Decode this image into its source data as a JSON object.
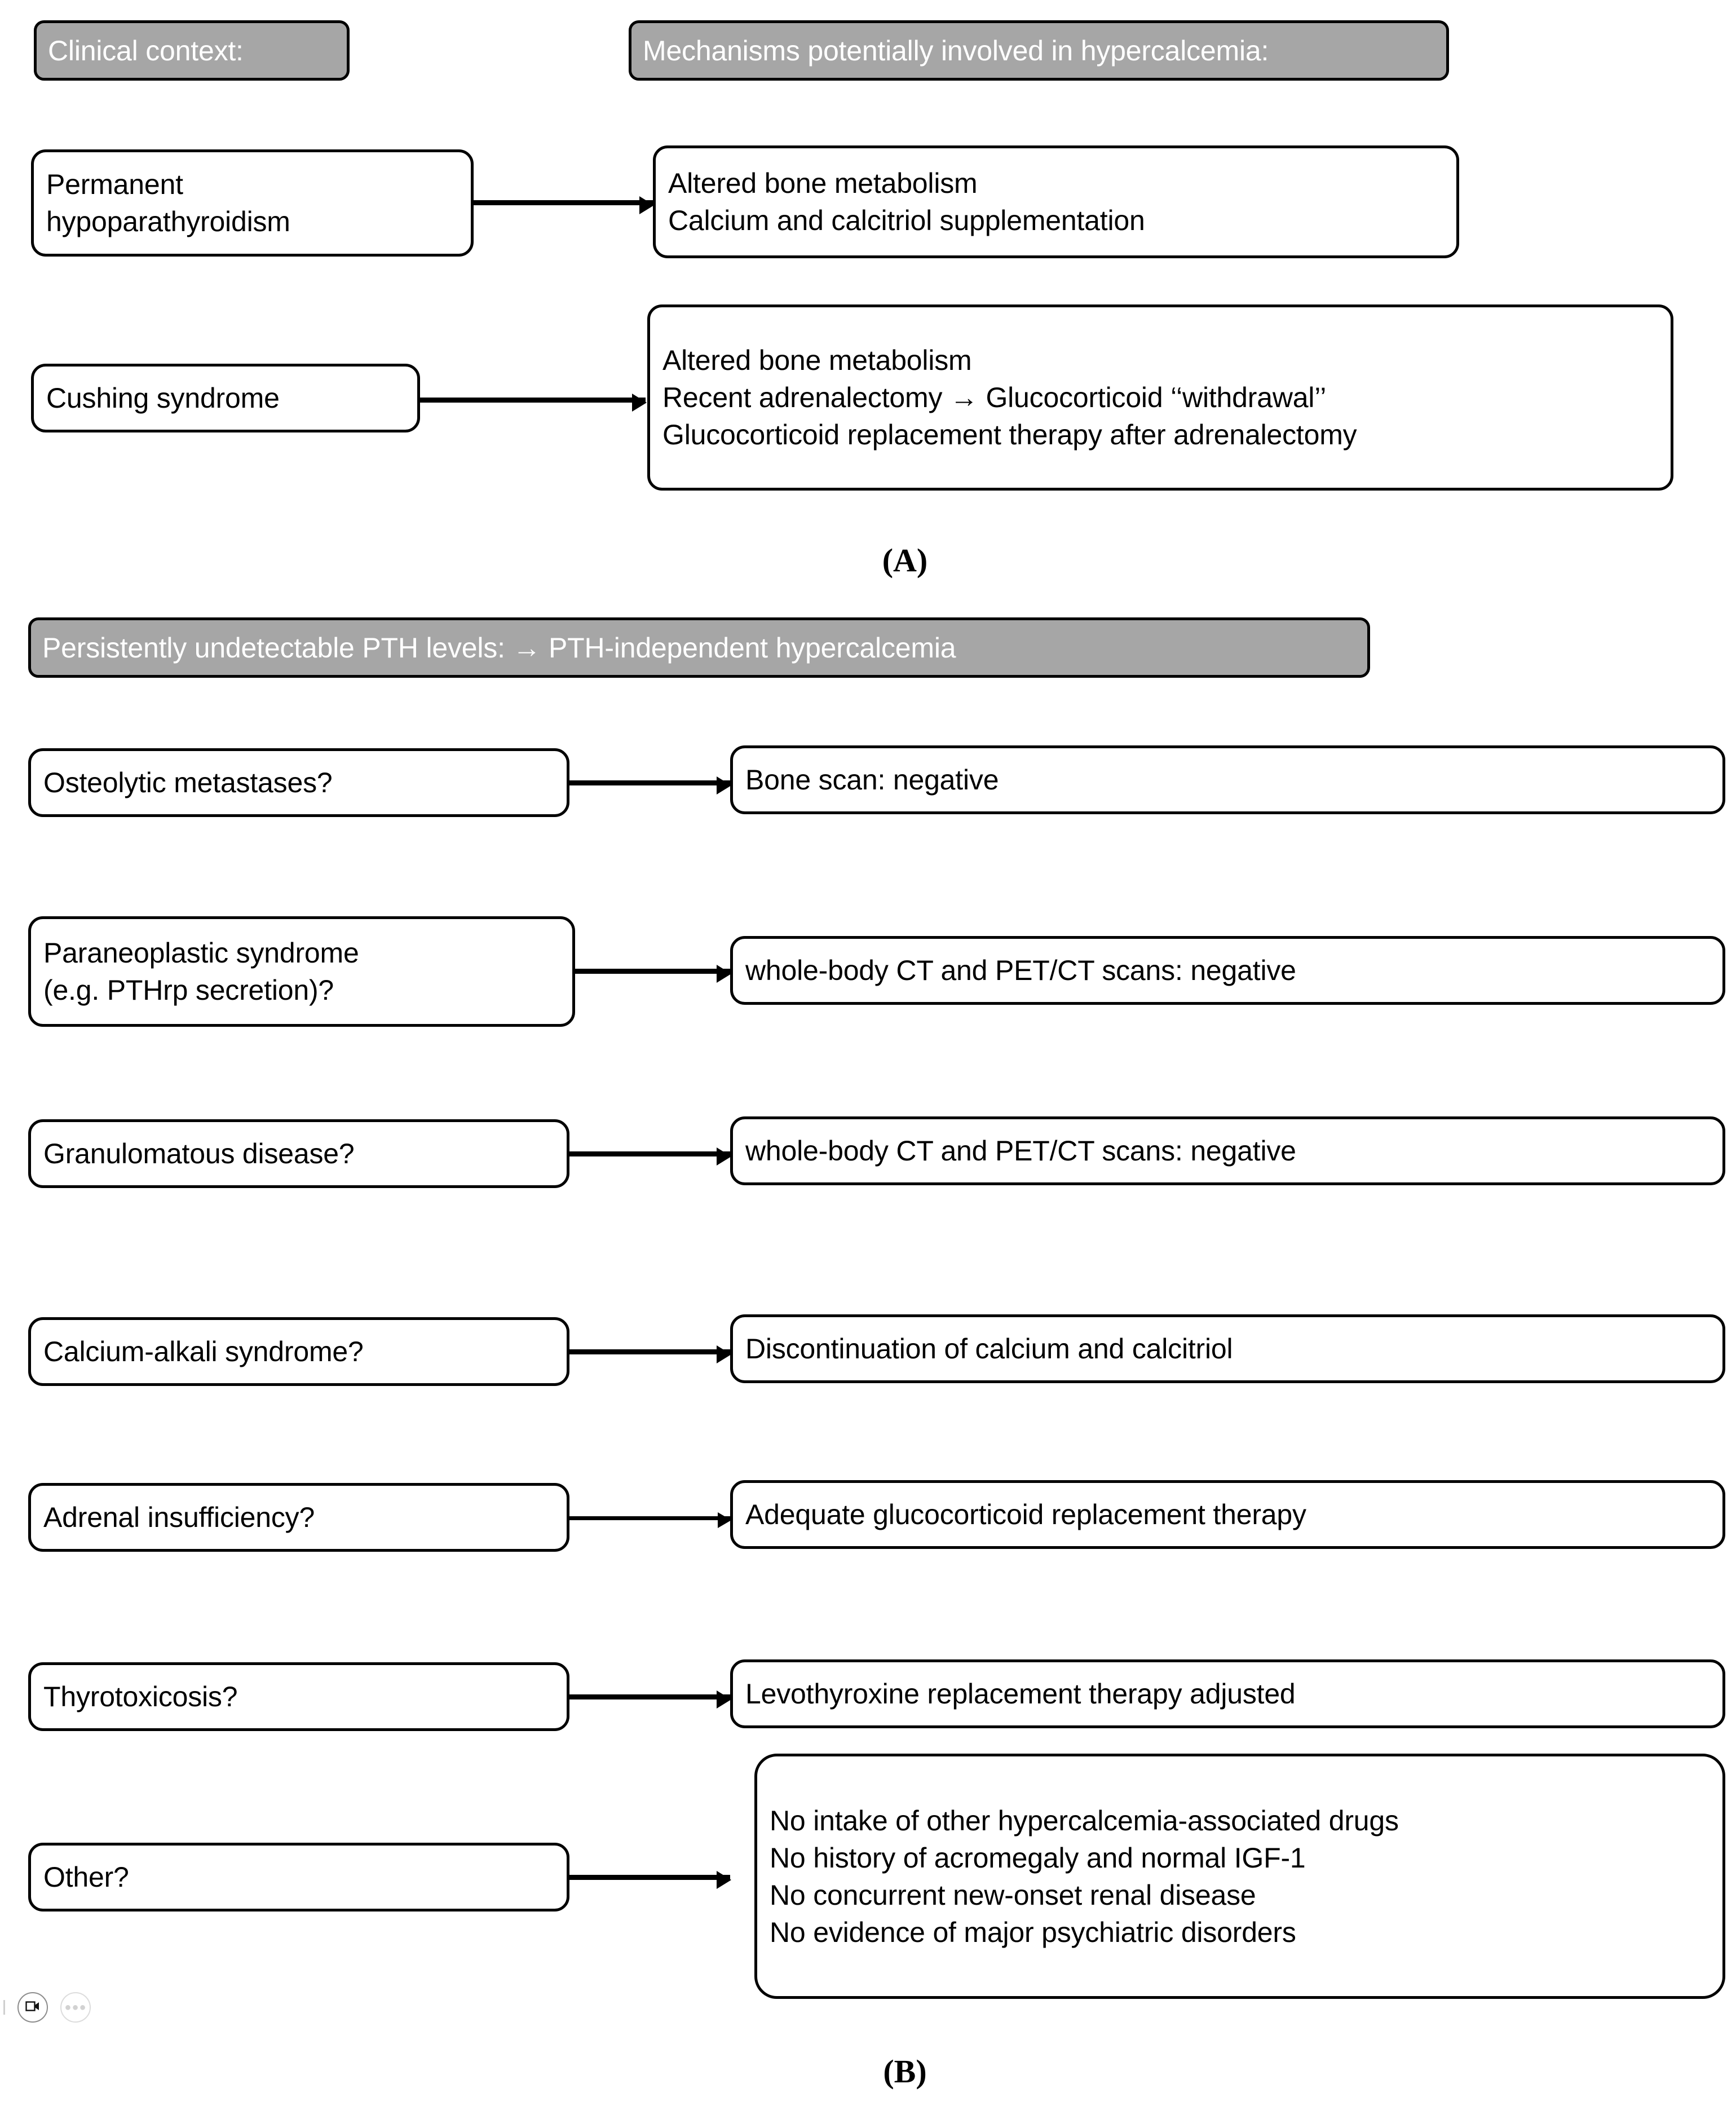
{
  "figure": {
    "panel_a": {
      "caption": "(A)",
      "headers": {
        "left": "Clinical context:",
        "right": "Mechanisms potentially involved in hypercalcemia:"
      },
      "rows": [
        {
          "context_lines": [
            "Permanent",
            "hypoparathyroidism"
          ],
          "mechanism_lines": [
            "Altered bone metabolism",
            "Calcium and calcitriol supplementation"
          ]
        },
        {
          "context_lines": [
            "Cushing syndrome"
          ],
          "mechanism_lines": [
            "Altered bone metabolism",
            "Recent adrenalectomy → Glucocorticoid ‘‘withdrawal’’",
            "Glucocorticoid replacement therapy after adrenalectomy"
          ]
        }
      ]
    },
    "panel_b": {
      "caption": "(B)",
      "header": "Persistently undetectable PTH levels: → PTH-independent hypercalcemia",
      "rows": [
        {
          "question_lines": [
            "Osteolytic metastases?"
          ],
          "finding_lines": [
            "Bone scan: negative"
          ]
        },
        {
          "question_lines": [
            "Paraneoplastic syndrome",
            "(e.g. PTHrp secretion)?"
          ],
          "finding_lines": [
            "whole-body CT and PET/CT scans: negative"
          ]
        },
        {
          "question_lines": [
            "Granulomatous disease?"
          ],
          "finding_lines": [
            "whole-body CT and PET/CT scans: negative"
          ]
        },
        {
          "question_lines": [
            "Calcium-alkali syndrome?"
          ],
          "finding_lines": [
            "Discontinuation of calcium and calcitriol"
          ]
        },
        {
          "question_lines": [
            "Adrenal insufficiency?"
          ],
          "finding_lines": [
            "Adequate glucocorticoid replacement therapy"
          ]
        },
        {
          "question_lines": [
            "Thyrotoxicosis?"
          ],
          "finding_lines": [
            "Levothyroxine replacement therapy adjusted"
          ]
        },
        {
          "question_lines": [
            "Other?"
          ],
          "finding_lines": [
            "No intake of other hypercalcemia-associated drugs",
            "No history of acromegaly and normal IGF-1",
            "No concurrent new-onset renal disease",
            "No evidence of major psychiatric disorders"
          ]
        }
      ]
    }
  },
  "overlay": {
    "video_icon": "video-camera-icon",
    "more_label": "●●●"
  },
  "colors": {
    "banner_fill": "#a6a6a6",
    "banner_text": "#ffffff",
    "stroke": "#000000",
    "page_background": "#ffffff"
  }
}
